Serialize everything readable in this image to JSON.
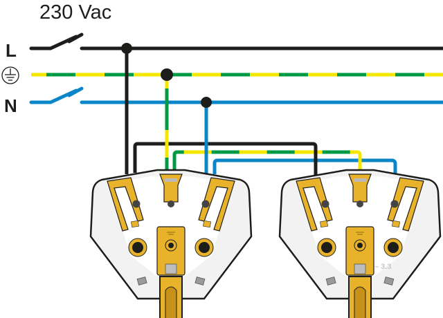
{
  "title": "230 Vac",
  "conductors": {
    "live": {
      "label": "L",
      "color": "#1d1d1b"
    },
    "earth": {
      "icon": "earth-ground-icon",
      "colors": [
        "#f5e600",
        "#009a44"
      ]
    },
    "neutral": {
      "label": "N",
      "color": "#0a86c8"
    }
  },
  "sockets": [
    {
      "name": "socket-1"
    },
    {
      "name": "socket-2",
      "marking": "– 3.3"
    }
  ],
  "colors": {
    "brass": "#e8b32a",
    "socket_body": "#f2f2f2",
    "outline": "#1d1d1b"
  }
}
